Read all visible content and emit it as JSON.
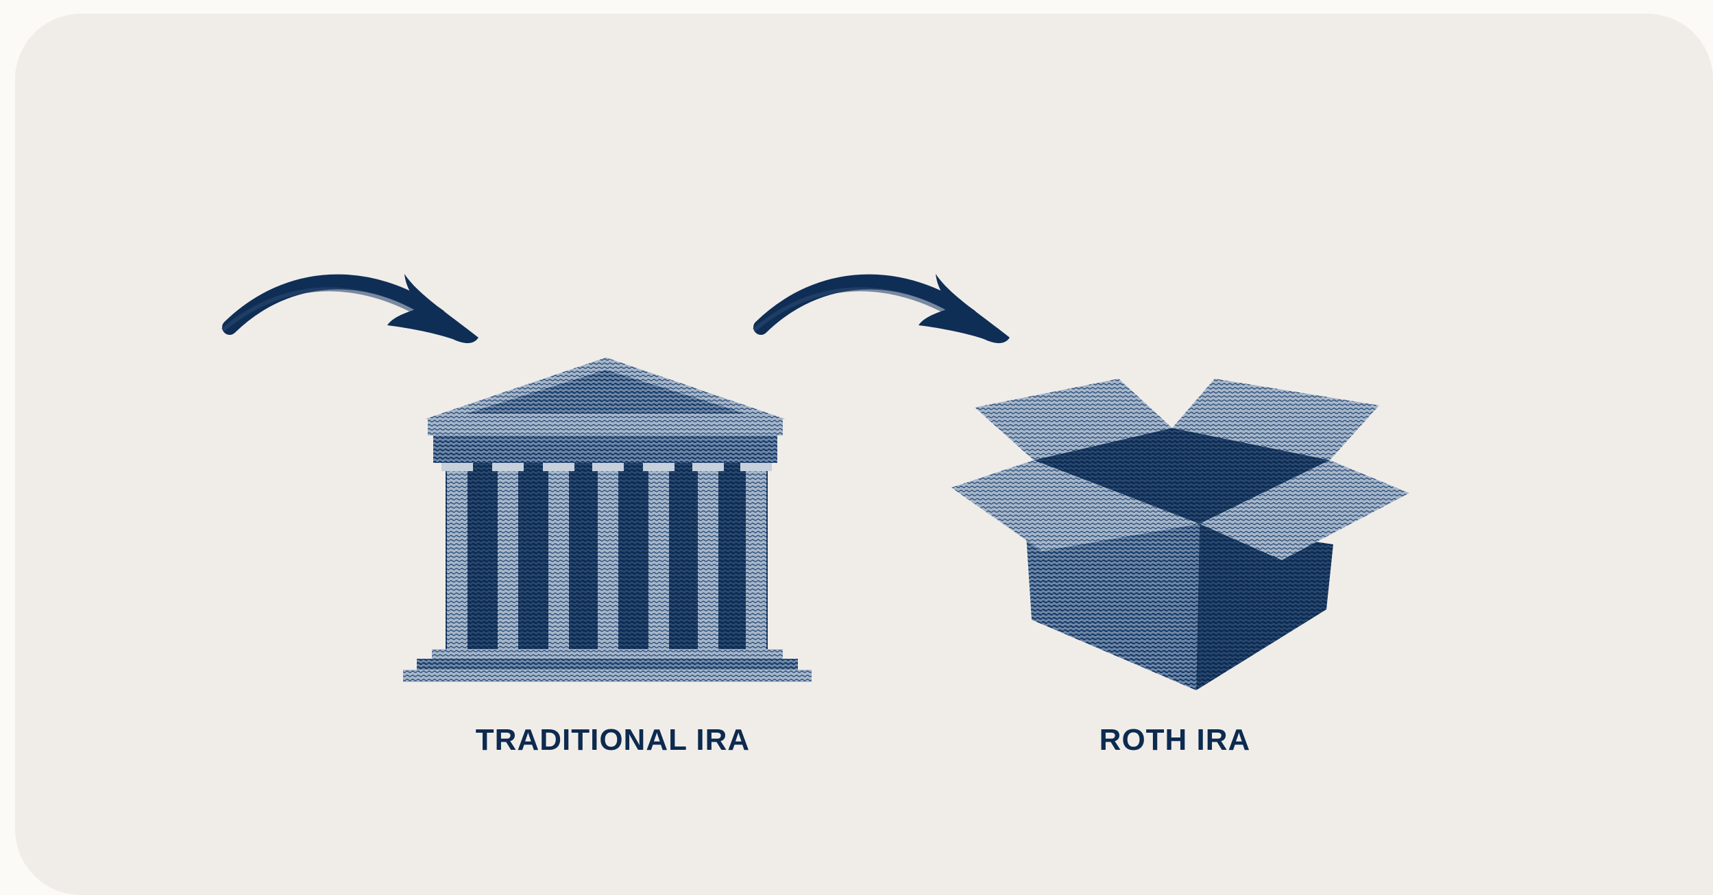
{
  "diagram": {
    "nodes": [
      {
        "id": "traditional-ira",
        "label": "TRADITIONAL IRA",
        "icon": "temple-building-icon"
      },
      {
        "id": "roth-ira",
        "label": "ROTH IRA",
        "icon": "open-box-icon"
      }
    ],
    "arrows": [
      {
        "icon": "curved-arrow-icon",
        "points_to": "traditional-ira"
      },
      {
        "icon": "curved-arrow-icon",
        "points_to": "roth-ira"
      }
    ]
  },
  "colors": {
    "ink": "#0d2a4f",
    "background": "#f0ede9",
    "page": "#fbfaf6"
  }
}
